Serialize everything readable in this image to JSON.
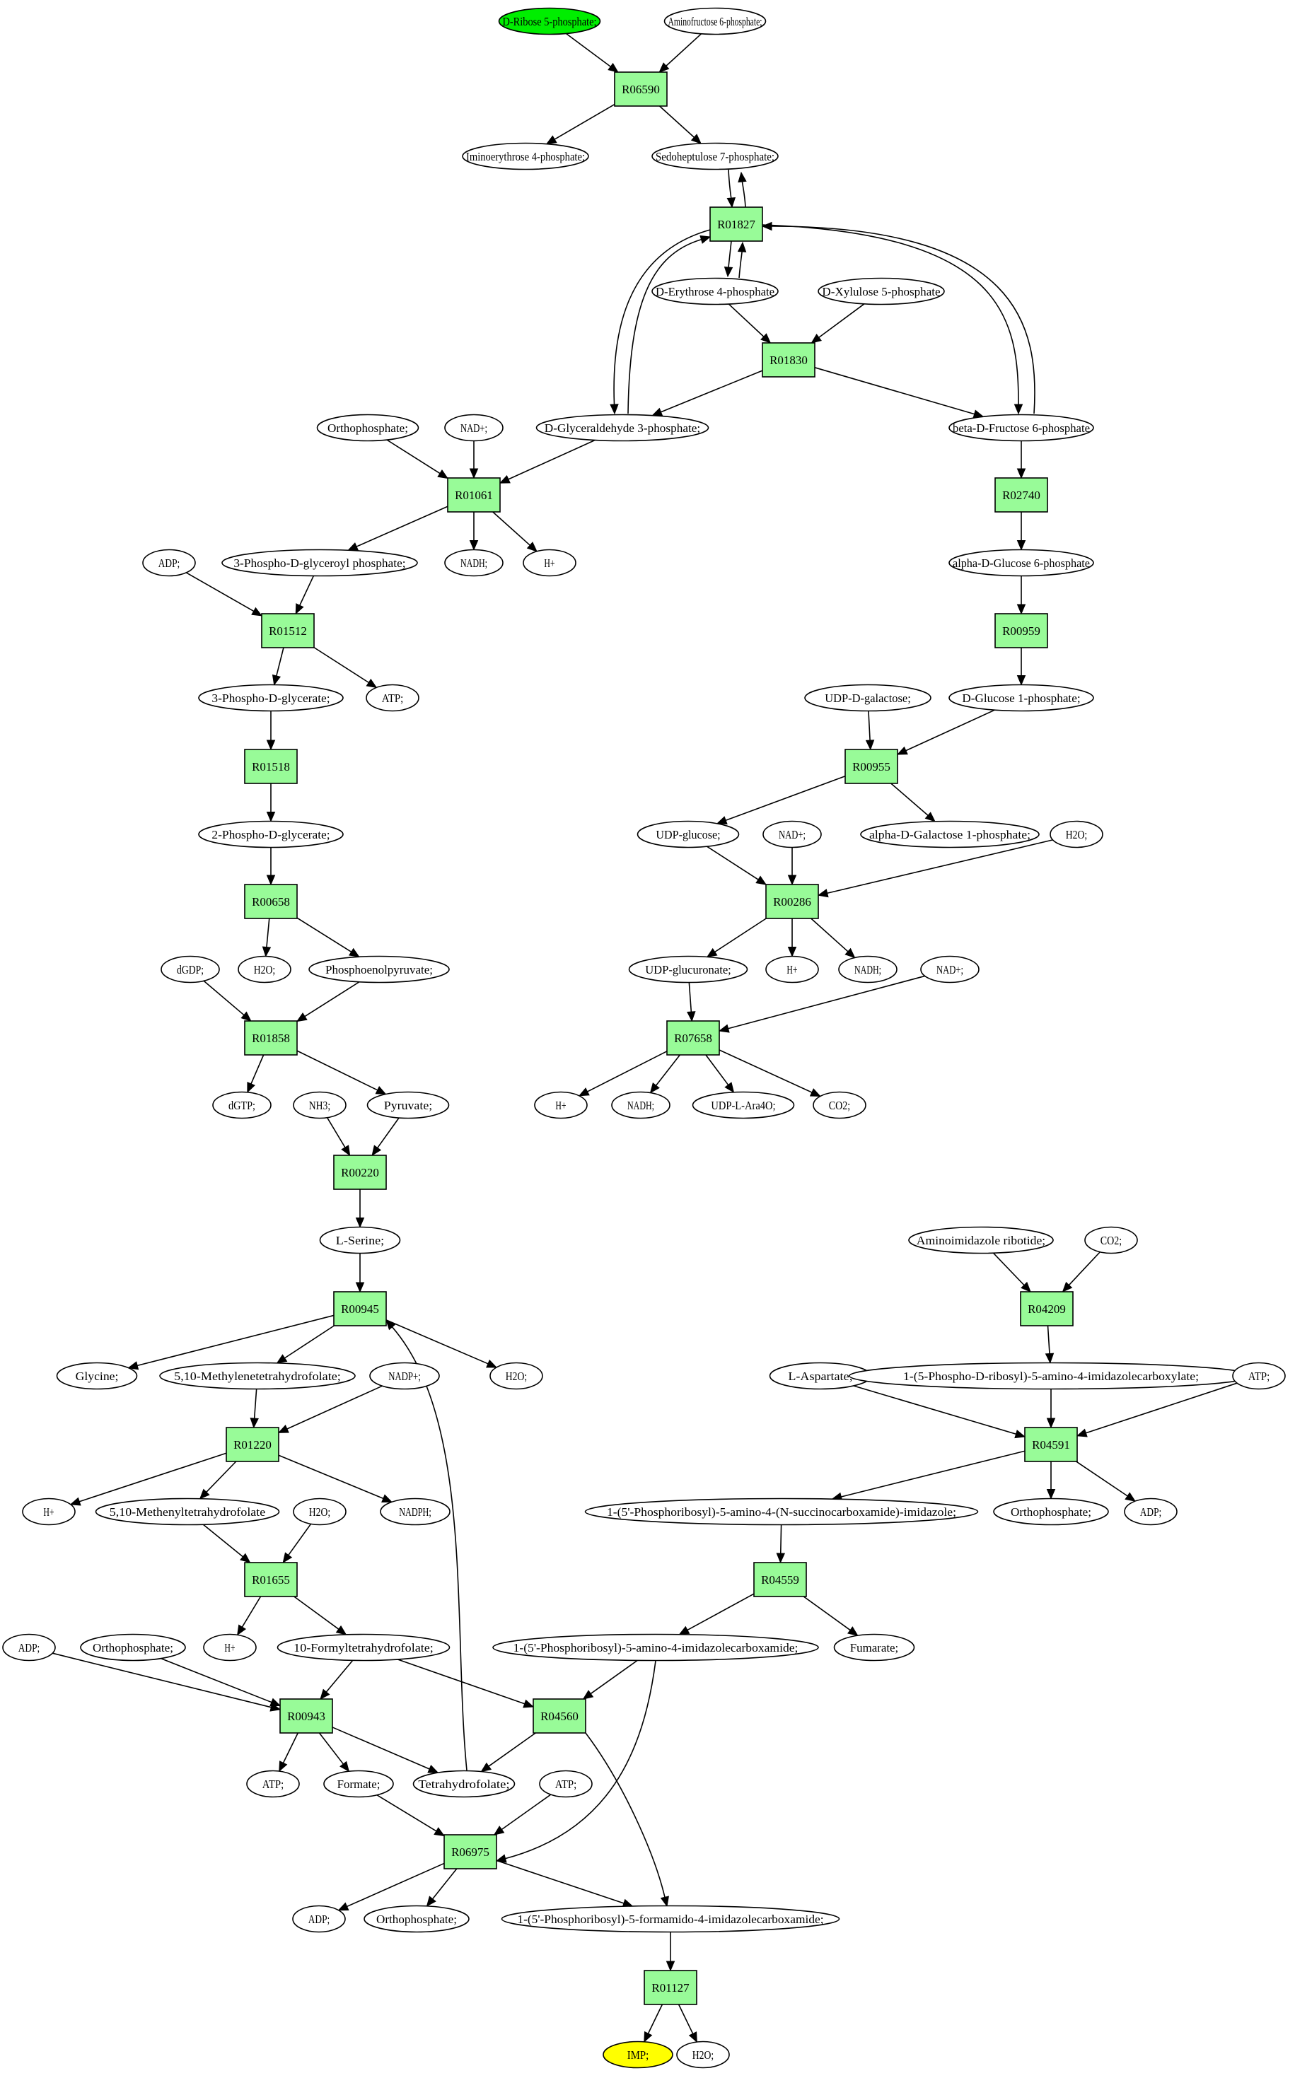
{
  "colors": {
    "reaction_fill": "#98fb98",
    "compound_fill": "#ffffff",
    "source_fill": "#00ee00",
    "target_fill": "#ffff00",
    "stroke": "#000000"
  },
  "nodes": [
    {
      "id": "rib5p",
      "label": "D-Ribose 5-phosphate;",
      "kind": "source"
    },
    {
      "id": "amf6p",
      "label": "Aminofructose 6-phosphate;",
      "kind": "compound"
    },
    {
      "id": "R06590",
      "label": "R06590",
      "kind": "reaction"
    },
    {
      "id": "iminoe4p",
      "label": "Iminoerythrose 4-phosphate;",
      "kind": "compound"
    },
    {
      "id": "sed7p",
      "label": "Sedoheptulose 7-phosphate;",
      "kind": "compound"
    },
    {
      "id": "R01827",
      "label": "R01827",
      "kind": "reaction"
    },
    {
      "id": "ery4p",
      "label": "D-Erythrose 4-phosphate",
      "kind": "compound"
    },
    {
      "id": "xyl5p",
      "label": "D-Xylulose 5-phosphate",
      "kind": "compound"
    },
    {
      "id": "R01830",
      "label": "R01830",
      "kind": "reaction"
    },
    {
      "id": "ortho1",
      "label": "Orthophosphate;",
      "kind": "compound"
    },
    {
      "id": "nad1",
      "label": "NAD+;",
      "kind": "compound"
    },
    {
      "id": "g3p",
      "label": "D-Glyceraldehyde 3-phosphate;",
      "kind": "compound"
    },
    {
      "id": "f6p",
      "label": "beta-D-Fructose 6-phosphate",
      "kind": "compound"
    },
    {
      "id": "R01061",
      "label": "R01061",
      "kind": "reaction"
    },
    {
      "id": "R02740",
      "label": "R02740",
      "kind": "reaction"
    },
    {
      "id": "adp1",
      "label": "ADP;",
      "kind": "compound"
    },
    {
      "id": "pgp",
      "label": "3-Phospho-D-glyceroyl phosphate;",
      "kind": "compound"
    },
    {
      "id": "nadh1",
      "label": "NADH;",
      "kind": "compound"
    },
    {
      "id": "h1",
      "label": "H+",
      "kind": "compound"
    },
    {
      "id": "g6p",
      "label": "alpha-D-Glucose 6-phosphate",
      "kind": "compound"
    },
    {
      "id": "R01512",
      "label": "R01512",
      "kind": "reaction"
    },
    {
      "id": "R00959",
      "label": "R00959",
      "kind": "reaction"
    },
    {
      "id": "pg3",
      "label": "3-Phospho-D-glycerate;",
      "kind": "compound"
    },
    {
      "id": "atp1",
      "label": "ATP;",
      "kind": "compound"
    },
    {
      "id": "udpgal",
      "label": "UDP-D-galactose;",
      "kind": "compound"
    },
    {
      "id": "g1p",
      "label": "D-Glucose 1-phosphate;",
      "kind": "compound"
    },
    {
      "id": "R01518",
      "label": "R01518",
      "kind": "reaction"
    },
    {
      "id": "R00955",
      "label": "R00955",
      "kind": "reaction"
    },
    {
      "id": "pg2",
      "label": "2-Phospho-D-glycerate;",
      "kind": "compound"
    },
    {
      "id": "udpglc",
      "label": "UDP-glucose;",
      "kind": "compound"
    },
    {
      "id": "nad2",
      "label": "NAD+;",
      "kind": "compound"
    },
    {
      "id": "gal1p",
      "label": "alpha-D-Galactose 1-phosphate;",
      "kind": "compound"
    },
    {
      "id": "h2o1",
      "label": "H2O;",
      "kind": "compound"
    },
    {
      "id": "R00658",
      "label": "R00658",
      "kind": "reaction"
    },
    {
      "id": "R00286",
      "label": "R00286",
      "kind": "reaction"
    },
    {
      "id": "dgdp",
      "label": "dGDP;",
      "kind": "compound"
    },
    {
      "id": "h2o2",
      "label": "H2O;",
      "kind": "compound"
    },
    {
      "id": "pep",
      "label": "Phosphoenolpyruvate;",
      "kind": "compound"
    },
    {
      "id": "udpglcA",
      "label": "UDP-glucuronate;",
      "kind": "compound"
    },
    {
      "id": "h2",
      "label": "H+",
      "kind": "compound"
    },
    {
      "id": "nadh2",
      "label": "NADH;",
      "kind": "compound"
    },
    {
      "id": "nad3",
      "label": "NAD+;",
      "kind": "compound"
    },
    {
      "id": "R01858",
      "label": "R01858",
      "kind": "reaction"
    },
    {
      "id": "R07658",
      "label": "R07658",
      "kind": "reaction"
    },
    {
      "id": "dgtp",
      "label": "dGTP;",
      "kind": "compound"
    },
    {
      "id": "nh3",
      "label": "NH3;",
      "kind": "compound"
    },
    {
      "id": "pyr",
      "label": "Pyruvate;",
      "kind": "compound"
    },
    {
      "id": "h3",
      "label": "H+",
      "kind": "compound"
    },
    {
      "id": "nadh3",
      "label": "NADH;",
      "kind": "compound"
    },
    {
      "id": "udpara",
      "label": "UDP-L-Ara4O;",
      "kind": "compound"
    },
    {
      "id": "co2a",
      "label": "CO2;",
      "kind": "compound"
    },
    {
      "id": "R00220",
      "label": "R00220",
      "kind": "reaction"
    },
    {
      "id": "ser",
      "label": "L-Serine;",
      "kind": "compound"
    },
    {
      "id": "air",
      "label": "Aminoimidazole ribotide;",
      "kind": "compound"
    },
    {
      "id": "co2b",
      "label": "CO2;",
      "kind": "compound"
    },
    {
      "id": "R00945",
      "label": "R00945",
      "kind": "reaction"
    },
    {
      "id": "R04209",
      "label": "R04209",
      "kind": "reaction"
    },
    {
      "id": "gly",
      "label": "Glycine;",
      "kind": "compound"
    },
    {
      "id": "methyl",
      "label": "5,10-Methylenetetrahydrofolate;",
      "kind": "compound"
    },
    {
      "id": "nadp",
      "label": "NADP+;",
      "kind": "compound"
    },
    {
      "id": "h2o3",
      "label": "H2O;",
      "kind": "compound"
    },
    {
      "id": "asp",
      "label": "L-Aspartate;",
      "kind": "compound"
    },
    {
      "id": "cair",
      "label": "1-(5-Phospho-D-ribosyl)-5-amino-4-imidazolecarboxylate;",
      "kind": "compound"
    },
    {
      "id": "atp2",
      "label": "ATP;",
      "kind": "compound"
    },
    {
      "id": "R01220",
      "label": "R01220",
      "kind": "reaction"
    },
    {
      "id": "R04591",
      "label": "R04591",
      "kind": "reaction"
    },
    {
      "id": "h4",
      "label": "H+",
      "kind": "compound"
    },
    {
      "id": "methenyl",
      "label": "5,10-Methenyltetrahydrofolate",
      "kind": "compound"
    },
    {
      "id": "h2o4",
      "label": "H2O;",
      "kind": "compound"
    },
    {
      "id": "nadph",
      "label": "NADPH;",
      "kind": "compound"
    },
    {
      "id": "saicar",
      "label": "1-(5'-Phosphoribosyl)-5-amino-4-(N-succinocarboxamide)-imidazole;",
      "kind": "compound"
    },
    {
      "id": "ortho2",
      "label": "Orthophosphate;",
      "kind": "compound"
    },
    {
      "id": "adp2",
      "label": "ADP;",
      "kind": "compound"
    },
    {
      "id": "R01655",
      "label": "R01655",
      "kind": "reaction"
    },
    {
      "id": "R04559",
      "label": "R04559",
      "kind": "reaction"
    },
    {
      "id": "adp3",
      "label": "ADP;",
      "kind": "compound"
    },
    {
      "id": "ortho3",
      "label": "Orthophosphate;",
      "kind": "compound"
    },
    {
      "id": "h5",
      "label": "H+",
      "kind": "compound"
    },
    {
      "id": "fthf",
      "label": "10-Formyltetrahydrofolate;",
      "kind": "compound"
    },
    {
      "id": "aicar",
      "label": "1-(5'-Phosphoribosyl)-5-amino-4-imidazolecarboxamide;",
      "kind": "compound"
    },
    {
      "id": "fum",
      "label": "Fumarate;",
      "kind": "compound"
    },
    {
      "id": "R00943",
      "label": "R00943",
      "kind": "reaction"
    },
    {
      "id": "R04560",
      "label": "R04560",
      "kind": "reaction"
    },
    {
      "id": "atp3",
      "label": "ATP;",
      "kind": "compound"
    },
    {
      "id": "formate",
      "label": "Formate;",
      "kind": "compound"
    },
    {
      "id": "thf",
      "label": "Tetrahydrofolate;",
      "kind": "compound"
    },
    {
      "id": "atp4",
      "label": "ATP;",
      "kind": "compound"
    },
    {
      "id": "R06975",
      "label": "R06975",
      "kind": "reaction"
    },
    {
      "id": "adp4",
      "label": "ADP;",
      "kind": "compound"
    },
    {
      "id": "ortho4",
      "label": "Orthophosphate;",
      "kind": "compound"
    },
    {
      "id": "faicar",
      "label": "1-(5'-Phosphoribosyl)-5-formamido-4-imidazolecarboxamide;",
      "kind": "compound"
    },
    {
      "id": "R01127",
      "label": "R01127",
      "kind": "reaction"
    },
    {
      "id": "imp",
      "label": "IMP;",
      "kind": "target"
    },
    {
      "id": "h2o5",
      "label": "H2O;",
      "kind": "compound"
    }
  ],
  "edges": [
    [
      "rib5p",
      "R06590"
    ],
    [
      "amf6p",
      "R06590"
    ],
    [
      "R06590",
      "iminoe4p"
    ],
    [
      "R06590",
      "sed7p"
    ],
    [
      "sed7p",
      "R01827"
    ],
    [
      "R01827",
      "sed7p"
    ],
    [
      "R01827",
      "ery4p"
    ],
    [
      "ery4p",
      "R01827"
    ],
    [
      "R01827",
      "g3p"
    ],
    [
      "g3p",
      "R01827"
    ],
    [
      "R01827",
      "f6p"
    ],
    [
      "f6p",
      "R01827"
    ],
    [
      "ery4p",
      "R01830"
    ],
    [
      "xyl5p",
      "R01830"
    ],
    [
      "R01830",
      "g3p"
    ],
    [
      "R01830",
      "f6p"
    ],
    [
      "ortho1",
      "R01061"
    ],
    [
      "nad1",
      "R01061"
    ],
    [
      "g3p",
      "R01061"
    ],
    [
      "R01061",
      "pgp"
    ],
    [
      "R01061",
      "nadh1"
    ],
    [
      "R01061",
      "h1"
    ],
    [
      "f6p",
      "R02740"
    ],
    [
      "R02740",
      "g6p"
    ],
    [
      "g6p",
      "R00959"
    ],
    [
      "R00959",
      "g1p"
    ],
    [
      "adp1",
      "R01512"
    ],
    [
      "pgp",
      "R01512"
    ],
    [
      "R01512",
      "pg3"
    ],
    [
      "R01512",
      "atp1"
    ],
    [
      "pg3",
      "R01518"
    ],
    [
      "R01518",
      "pg2"
    ],
    [
      "udpgal",
      "R00955"
    ],
    [
      "g1p",
      "R00955"
    ],
    [
      "R00955",
      "udpglc"
    ],
    [
      "R00955",
      "gal1p"
    ],
    [
      "pg2",
      "R00658"
    ],
    [
      "R00658",
      "h2o2"
    ],
    [
      "R00658",
      "pep"
    ],
    [
      "udpglc",
      "R00286"
    ],
    [
      "nad2",
      "R00286"
    ],
    [
      "h2o1",
      "R00286"
    ],
    [
      "R00286",
      "udpglcA"
    ],
    [
      "R00286",
      "h2"
    ],
    [
      "R00286",
      "nadh2"
    ],
    [
      "dgdp",
      "R01858"
    ],
    [
      "pep",
      "R01858"
    ],
    [
      "R01858",
      "dgtp"
    ],
    [
      "R01858",
      "pyr"
    ],
    [
      "udpglcA",
      "R07658"
    ],
    [
      "nad3",
      "R07658"
    ],
    [
      "R07658",
      "h3"
    ],
    [
      "R07658",
      "nadh3"
    ],
    [
      "R07658",
      "udpara"
    ],
    [
      "R07658",
      "co2a"
    ],
    [
      "nh3",
      "R00220"
    ],
    [
      "pyr",
      "R00220"
    ],
    [
      "R00220",
      "ser"
    ],
    [
      "ser",
      "R00945"
    ],
    [
      "thf",
      "R00945"
    ],
    [
      "R00945",
      "gly"
    ],
    [
      "R00945",
      "methyl"
    ],
    [
      "R00945",
      "h2o3"
    ],
    [
      "air",
      "R04209"
    ],
    [
      "co2b",
      "R04209"
    ],
    [
      "R04209",
      "cair"
    ],
    [
      "methyl",
      "R01220"
    ],
    [
      "nadp",
      "R01220"
    ],
    [
      "R01220",
      "h4"
    ],
    [
      "R01220",
      "methenyl"
    ],
    [
      "R01220",
      "nadph"
    ],
    [
      "asp",
      "R04591"
    ],
    [
      "cair",
      "R04591"
    ],
    [
      "atp2",
      "R04591"
    ],
    [
      "R04591",
      "saicar"
    ],
    [
      "R04591",
      "ortho2"
    ],
    [
      "R04591",
      "adp2"
    ],
    [
      "methenyl",
      "R01655"
    ],
    [
      "h2o4",
      "R01655"
    ],
    [
      "R01655",
      "h5"
    ],
    [
      "R01655",
      "fthf"
    ],
    [
      "saicar",
      "R04559"
    ],
    [
      "R04559",
      "aicar"
    ],
    [
      "R04559",
      "fum"
    ],
    [
      "adp3",
      "R00943"
    ],
    [
      "ortho3",
      "R00943"
    ],
    [
      "fthf",
      "R00943"
    ],
    [
      "R00943",
      "atp3"
    ],
    [
      "R00943",
      "formate"
    ],
    [
      "R00943",
      "thf"
    ],
    [
      "fthf",
      "R04560"
    ],
    [
      "aicar",
      "R04560"
    ],
    [
      "R04560",
      "thf"
    ],
    [
      "R04560",
      "faicar"
    ],
    [
      "formate",
      "R06975"
    ],
    [
      "atp4",
      "R06975"
    ],
    [
      "aicar",
      "R06975"
    ],
    [
      "R06975",
      "adp4"
    ],
    [
      "R06975",
      "ortho4"
    ],
    [
      "R06975",
      "faicar"
    ],
    [
      "faicar",
      "R01127"
    ],
    [
      "R01127",
      "imp"
    ],
    [
      "R01127",
      "h2o5"
    ]
  ]
}
